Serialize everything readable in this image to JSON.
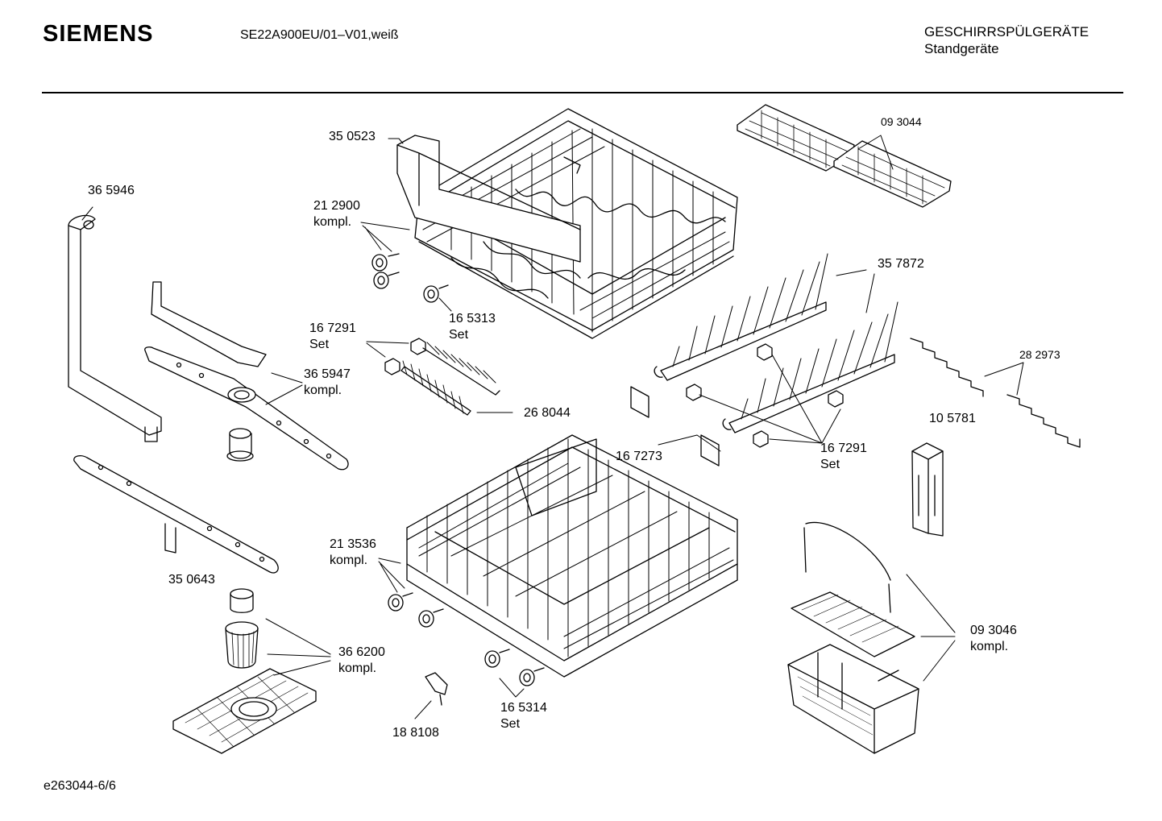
{
  "header": {
    "brand": "SIEMENS",
    "model": "SE22A900EU/01–V01,weiß",
    "category_line1": "GESCHIRRSPÜLGERÄTE",
    "category_line2": "Standgeräte"
  },
  "footer": {
    "doc_id": "e263044-6/6"
  },
  "parts": [
    {
      "number": "35 0523",
      "note": ""
    },
    {
      "number": "21 2900",
      "note": "kompl."
    },
    {
      "number": "36 5946",
      "note": ""
    },
    {
      "number": "16 5313",
      "note": "Set"
    },
    {
      "number": "16 7291",
      "note": "Set"
    },
    {
      "number": "36 5947",
      "note": "kompl."
    },
    {
      "number": "26 8044",
      "note": ""
    },
    {
      "number": "09 3044",
      "note": ""
    },
    {
      "number": "35 7872",
      "note": ""
    },
    {
      "number": "28 2973",
      "note": ""
    },
    {
      "number": "10 5781",
      "note": ""
    },
    {
      "number": "16 7273",
      "note": ""
    },
    {
      "number": "16 7291",
      "note": "Set"
    },
    {
      "number": "21 3536",
      "note": "kompl."
    },
    {
      "number": "35 0643",
      "note": ""
    },
    {
      "number": "36 6200",
      "note": "kompl."
    },
    {
      "number": "16 5314",
      "note": "Set"
    },
    {
      "number": "18 8108",
      "note": ""
    },
    {
      "number": "09 3046",
      "note": "kompl."
    }
  ]
}
